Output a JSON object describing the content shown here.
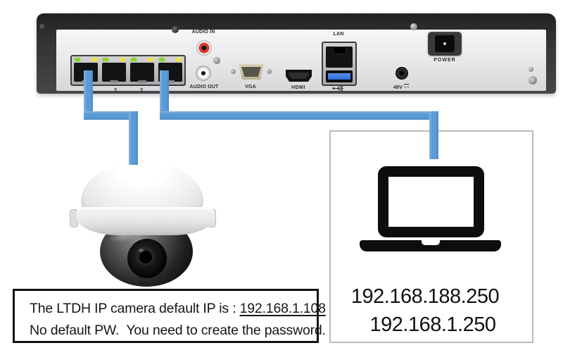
{
  "nvr": {
    "audio_in_label": "AUDIO IN",
    "audio_out_label": "AUDIO OUT",
    "vga_label": "VGA",
    "hdmi_label": "HDMI",
    "lan_label": "LAN",
    "power_label": "POWER",
    "dc_label": "48V",
    "poe_port_2_label": "2",
    "poe_port_3_label": "3"
  },
  "camera_note": {
    "line1_prefix": "The LTDH IP camera default IP is : ",
    "default_ip": "192.168.1.108",
    "line2": "No default PW.  You need to create the password."
  },
  "pc": {
    "ip_line1": "192.168.188.250",
    "ip_line2": "192.168.1.250"
  },
  "colors": {
    "cable_blue": "#5b9bd5",
    "led_green": "#8bd431",
    "led_yellow": "#efe04e",
    "usb_blue": "#2a6bd4",
    "rca_red": "#e23b30"
  }
}
